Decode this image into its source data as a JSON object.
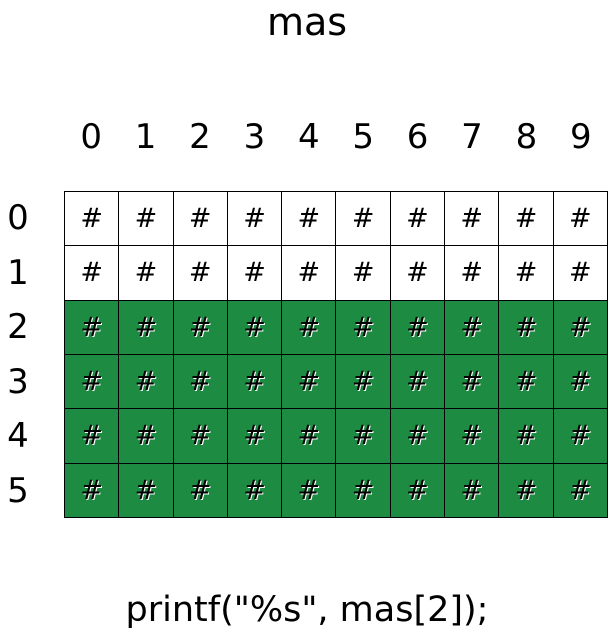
{
  "title": "mas",
  "columns": [
    "0",
    "1",
    "2",
    "3",
    "4",
    "5",
    "6",
    "7",
    "8",
    "9"
  ],
  "rows": [
    "0",
    "1",
    "2",
    "3",
    "4",
    "5"
  ],
  "cell_symbol": "#",
  "highlight_rows": [
    2,
    3,
    4,
    5
  ],
  "highlight_color": "#1e8b43",
  "code": "printf(\"%s\", mas[2]);"
}
